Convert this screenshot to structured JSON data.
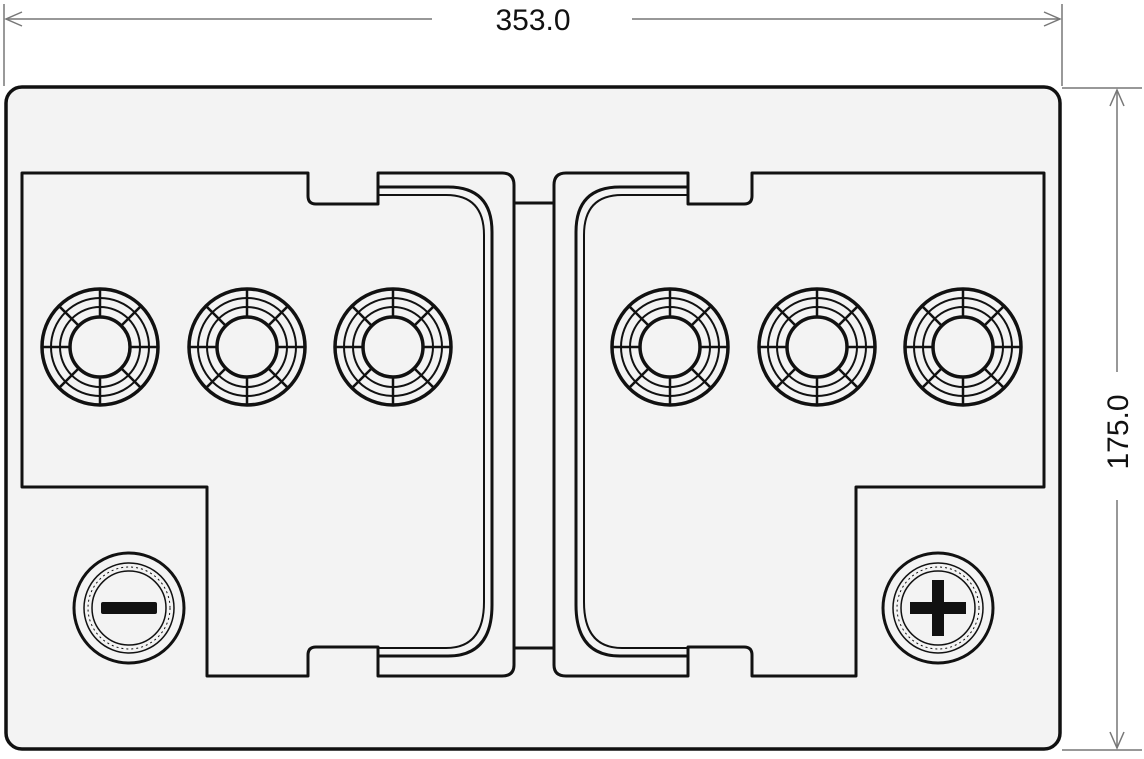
{
  "dimensions": {
    "width_label": "353.0",
    "height_label": "175.0"
  },
  "terminals": {
    "negative_symbol": "−",
    "positive_symbol": "+"
  },
  "colors": {
    "body_fill": "#f3f3f3",
    "stroke": "#111111",
    "dim_line": "#777777",
    "background": "#ffffff"
  },
  "cell_caps": {
    "count": 6
  }
}
